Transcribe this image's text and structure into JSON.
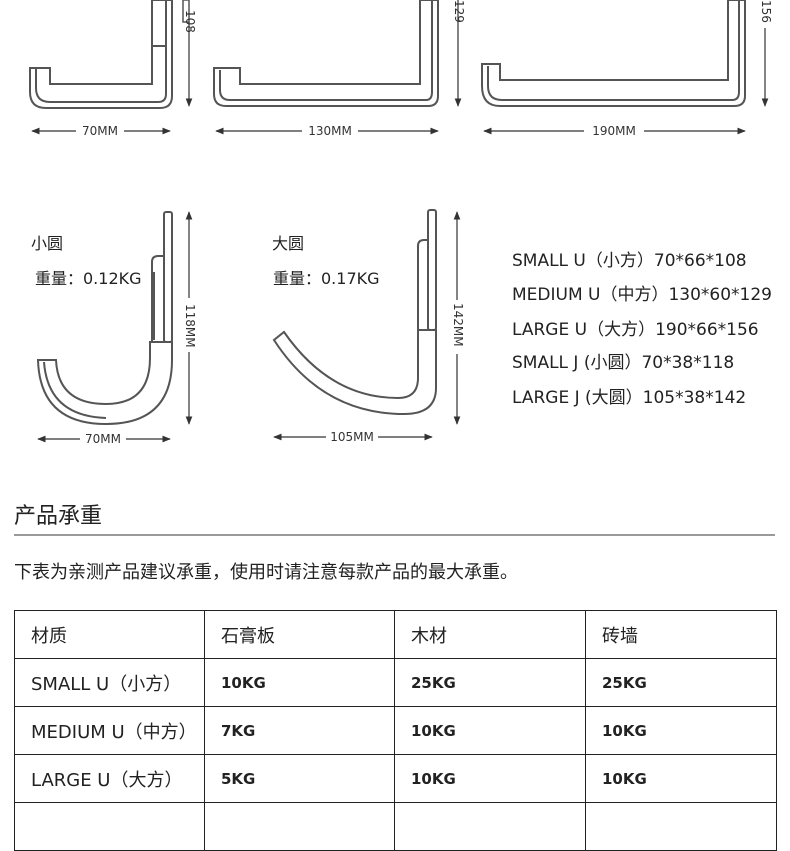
{
  "dimensions": {
    "top_widths": [
      "70MM",
      "130MM",
      "190MM"
    ],
    "top_heights": [
      "108",
      "129",
      "156"
    ],
    "j_small_width": "70MM",
    "j_small_height": "118MM",
    "j_large_width": "105MM",
    "j_large_height": "142MM"
  },
  "hooks": {
    "small_round": {
      "name": "小圆",
      "weight": "重量：0.12KG"
    },
    "large_round": {
      "name": "大圆",
      "weight": "重量：0.17KG"
    }
  },
  "specs": [
    "SMALL U（小方）70*66*108",
    "MEDIUM U（中方）130*60*129",
    "LARGE U（大方）190*66*156",
    "SMALL J (小圆）70*38*118",
    "LARGE J (大圆）105*38*142"
  ],
  "section": {
    "title": "产品承重",
    "note": "下表为亲测产品建议承重，使用时请注意每款产品的最大承重。"
  },
  "table": {
    "headers": [
      "材质",
      "石膏板",
      "木材",
      "砖墙"
    ],
    "rows": [
      [
        "SMALL U（小方）",
        "10KG",
        "25KG",
        "25KG"
      ],
      [
        "MEDIUM U（中方）",
        "7KG",
        "10KG",
        "10KG"
      ],
      [
        "LARGE U（大方）",
        "5KG",
        "10KG",
        "10KG"
      ]
    ]
  }
}
